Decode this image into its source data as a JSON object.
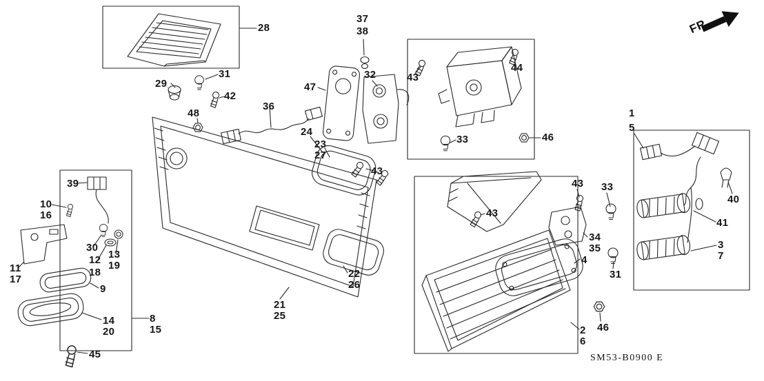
{
  "diagram": {
    "code": "SM53-B0900 E",
    "direction_label": "FR.",
    "labels": [
      {
        "text": "28"
      },
      {
        "text": "37"
      },
      {
        "text": "38"
      },
      {
        "text": "31"
      },
      {
        "text": "29"
      },
      {
        "text": "42"
      },
      {
        "text": "47"
      },
      {
        "text": "32"
      },
      {
        "text": "43"
      },
      {
        "text": "44"
      },
      {
        "text": "48"
      },
      {
        "text": "36"
      },
      {
        "text": "24"
      },
      {
        "text": "23"
      },
      {
        "text": "27"
      },
      {
        "text": "33"
      },
      {
        "text": "46"
      },
      {
        "text": "1"
      },
      {
        "text": "5"
      },
      {
        "text": "43"
      },
      {
        "text": "39"
      },
      {
        "text": "10"
      },
      {
        "text": "16"
      },
      {
        "text": "43"
      },
      {
        "text": "33"
      },
      {
        "text": "40"
      },
      {
        "text": "43"
      },
      {
        "text": "30"
      },
      {
        "text": "12"
      },
      {
        "text": "13"
      },
      {
        "text": "18"
      },
      {
        "text": "19"
      },
      {
        "text": "34"
      },
      {
        "text": "35"
      },
      {
        "text": "41"
      },
      {
        "text": "11"
      },
      {
        "text": "17"
      },
      {
        "text": "4"
      },
      {
        "text": "3"
      },
      {
        "text": "7"
      },
      {
        "text": "9"
      },
      {
        "text": "31"
      },
      {
        "text": "22"
      },
      {
        "text": "26"
      },
      {
        "text": "14"
      },
      {
        "text": "20"
      },
      {
        "text": "8"
      },
      {
        "text": "15"
      },
      {
        "text": "21"
      },
      {
        "text": "25"
      },
      {
        "text": "45"
      },
      {
        "text": "2"
      },
      {
        "text": "6"
      },
      {
        "text": "46"
      }
    ]
  }
}
